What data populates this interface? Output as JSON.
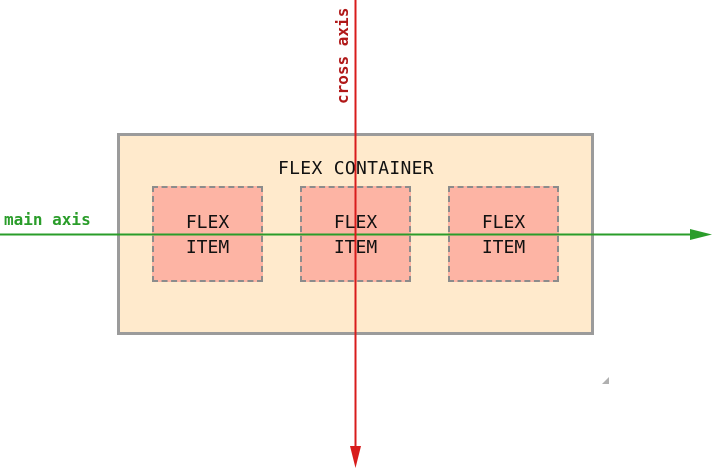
{
  "diagram": {
    "container_label": "FLEX CONTAINER",
    "items": [
      {
        "label": "FLEX\nITEM"
      },
      {
        "label": "FLEX\nITEM"
      },
      {
        "label": "FLEX\nITEM"
      }
    ],
    "main_axis_label": "main axis",
    "cross_axis_label": "cross axis",
    "colors": {
      "container_fill": "#ffeacc",
      "container_border": "#9b9b9b",
      "item_fill": "#fdb4a4",
      "item_border": "#8c8c8c",
      "main_axis": "#2a9d2a",
      "cross_axis": "#d81c1c"
    }
  }
}
